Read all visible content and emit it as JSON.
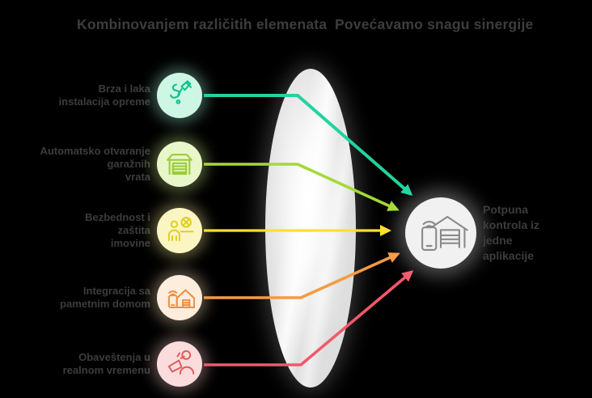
{
  "title": {
    "part1": "Kombinovanjem različitih elemenata",
    "part2": "Povećavamo snagu sinergije"
  },
  "features": [
    {
      "id": "installation",
      "icon": "push-pin-icon",
      "color": "#14c08d",
      "tint": "#cdf6e5",
      "lines": [
        "Brza i laka",
        "instalacija opreme"
      ]
    },
    {
      "id": "garage-door",
      "icon": "garage-door-icon",
      "color": "#9ccb3b",
      "tint": "#e9f6c9",
      "lines": [
        "Automatsko otvaranje",
        "garažnih",
        "vrata"
      ]
    },
    {
      "id": "security",
      "icon": "restricted-person-icon",
      "color": "#dfcd20",
      "tint": "#fbf5c2",
      "lines": [
        "Bezbednost i",
        "zaštita",
        "imovine"
      ]
    },
    {
      "id": "smart-home",
      "icon": "smart-home-icon",
      "color": "#ee8f3f",
      "tint": "#fdeddc",
      "lines": [
        "Integracija sa",
        "pametnim domom"
      ]
    },
    {
      "id": "notifications",
      "icon": "megaphone-person-icon",
      "color": "#e15b5b",
      "tint": "#fadcdc",
      "lines": [
        "Obaveštenja u",
        "realnom vremenu"
      ]
    }
  ],
  "target": {
    "id": "smart-garage-app",
    "icon": "smart-garage-phone-icon",
    "color": "#8a8a8a",
    "tint": "#f1f1f1",
    "lines": [
      "Potpuna",
      "kontrola iz",
      "jedne",
      "aplikacije"
    ]
  },
  "style_tokens": {
    "background": "#000000",
    "text_color": "#3d3d3d",
    "lens_color": "#ededed",
    "arrow_colors": [
      "#22d3a0",
      "#a4d934",
      "#ffdf2b",
      "#f59a43",
      "#f2586b"
    ]
  }
}
